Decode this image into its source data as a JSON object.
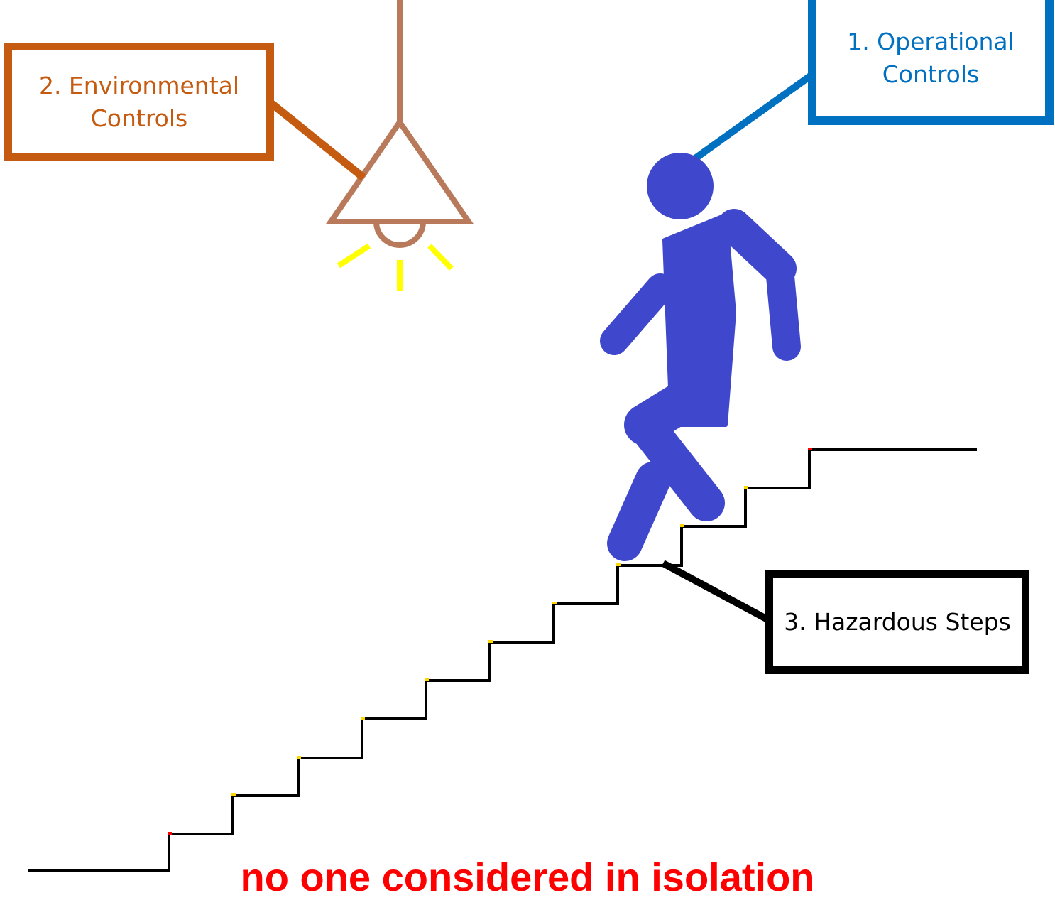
{
  "labels": {
    "operational": "1. Operational Controls",
    "environmental": "2. Environmental Controls",
    "hazardous": "3. Hazardous Steps"
  },
  "caption": "no one considered in isolation",
  "colors": {
    "operational": "#0070c0",
    "environmental": "#c55a11",
    "hazardous": "#000000",
    "lamp": "#b87a5a",
    "light_rays": "#ffff00",
    "figure": "#3f48cc",
    "caption": "#ff0000"
  },
  "icons": [
    "lamp-icon",
    "walking-person-icon",
    "staircase-icon"
  ]
}
